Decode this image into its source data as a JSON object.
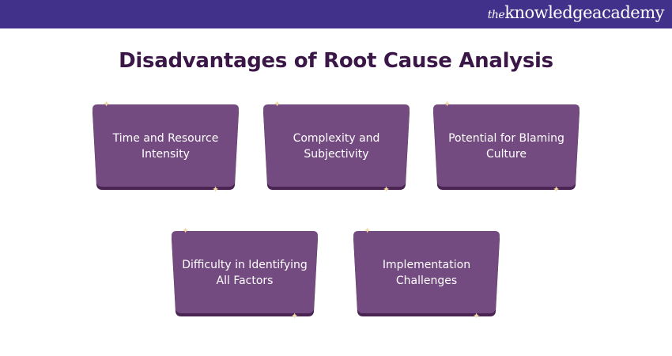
{
  "brand": {
    "logo_prefix": "the",
    "logo_main": "knowledgeacademy"
  },
  "title": "Disadvantages of Root Cause Analysis",
  "colors": {
    "header": "#41318a",
    "card": "#744b80",
    "card_shadow": "#4a2452",
    "title": "#3a1747",
    "sparkle": "#f3d9a6"
  },
  "cards": [
    {
      "label": "Time and Resource Intensity"
    },
    {
      "label": "Complexity and Subjectivity"
    },
    {
      "label": "Potential for Blaming Culture"
    },
    {
      "label": "Difficulty in Identifying All Factors"
    },
    {
      "label": "Implementation Challenges"
    }
  ]
}
